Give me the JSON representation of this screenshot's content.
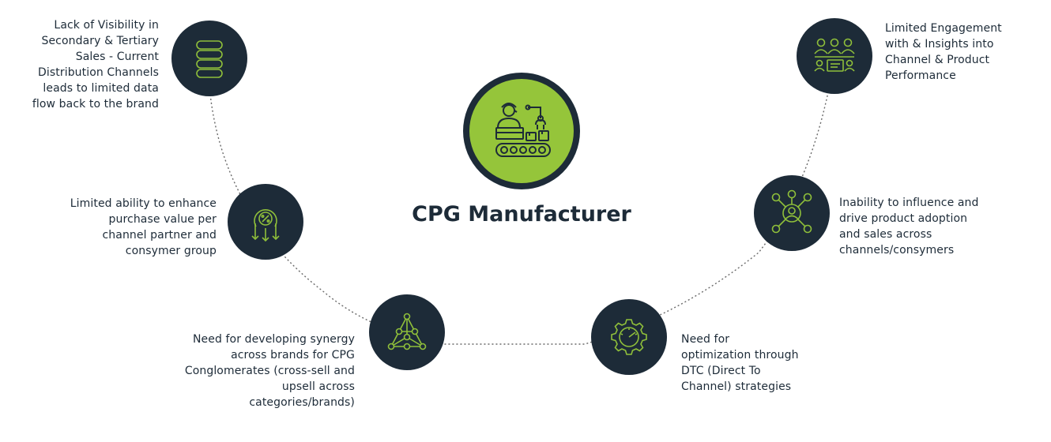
{
  "center": {
    "title": "CPG Manufacturer",
    "icon": "factory-worker-conveyor-icon"
  },
  "colors": {
    "node": "#1d2b38",
    "icon_line": "#8fbf3a",
    "center_fill": "#95c53a",
    "connector": "#6a6a6a",
    "text": "#1d2b38"
  },
  "challenges": [
    {
      "icon": "database-icon",
      "text": "Lack of Visibility in\nSecondary & Tertiary\nSales - Current\nDistribution Channels\nleads to limited data\nflow back to the brand"
    },
    {
      "icon": "discount-arrows-icon",
      "text": "Limited ability to enhance\npurchase value per\nchannel partner and\nconsymer group"
    },
    {
      "icon": "network-triangle-icon",
      "text": "Need for developing synergy\nacross brands for CPG\nConglomerates (cross-sell and\nupsell across\ncategories/brands)"
    },
    {
      "icon": "gear-gauge-icon",
      "text": "Need for\noptimization through\nDTC (Direct To\nChannel) strategies"
    },
    {
      "icon": "user-network-icon",
      "text": "Inability to influence and\ndrive product adoption\nand sales across\nchannels/consymers"
    },
    {
      "icon": "team-insights-icon",
      "text": "Limited Engagement\nwith & Insights into\nChannel & Product\nPerformance"
    }
  ]
}
